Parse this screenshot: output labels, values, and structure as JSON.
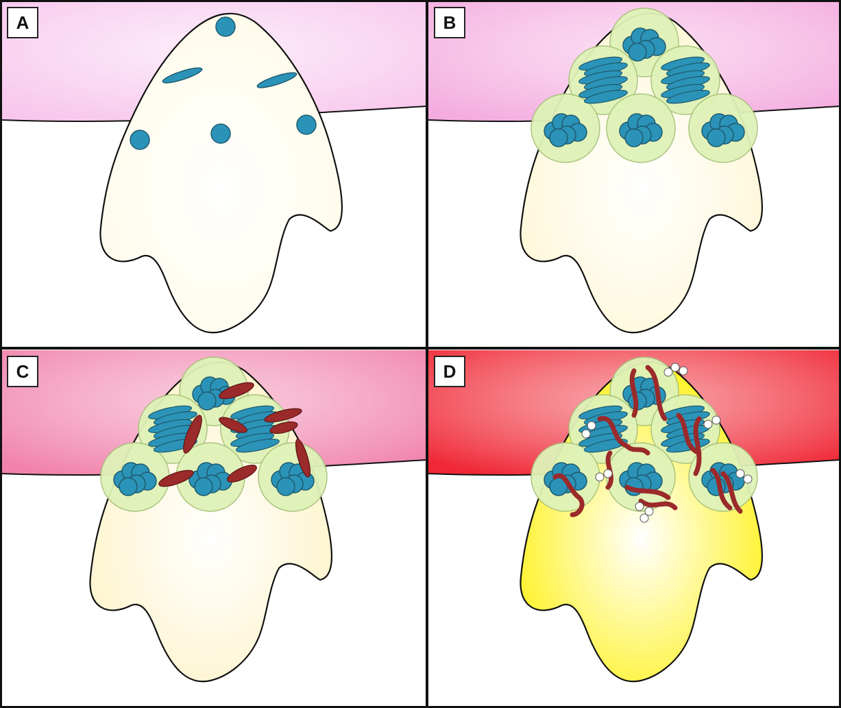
{
  "panels": [
    {
      "id": "A",
      "label": "A",
      "stage": 0,
      "dermis_color": "#f7c4ec",
      "follicle_color": "#fffbe8"
    },
    {
      "id": "B",
      "label": "B",
      "stage": 1,
      "dermis_color": "#f3a8de",
      "follicle_color": "#fff6d2"
    },
    {
      "id": "C",
      "label": "C",
      "stage": 2,
      "dermis_color": "#f07ca8",
      "follicle_color": "#fff2c4"
    },
    {
      "id": "D",
      "label": "D",
      "stage": 3,
      "dermis_color": "#ef1d2c",
      "follicle_color": "#fff000"
    }
  ],
  "colors": {
    "cell_blue": "#2b93b8",
    "cell_outline": "#1f5a6e",
    "granule_green": "#dff2b8",
    "fiber_red": "#9b2a2a",
    "outline": "#111111"
  }
}
